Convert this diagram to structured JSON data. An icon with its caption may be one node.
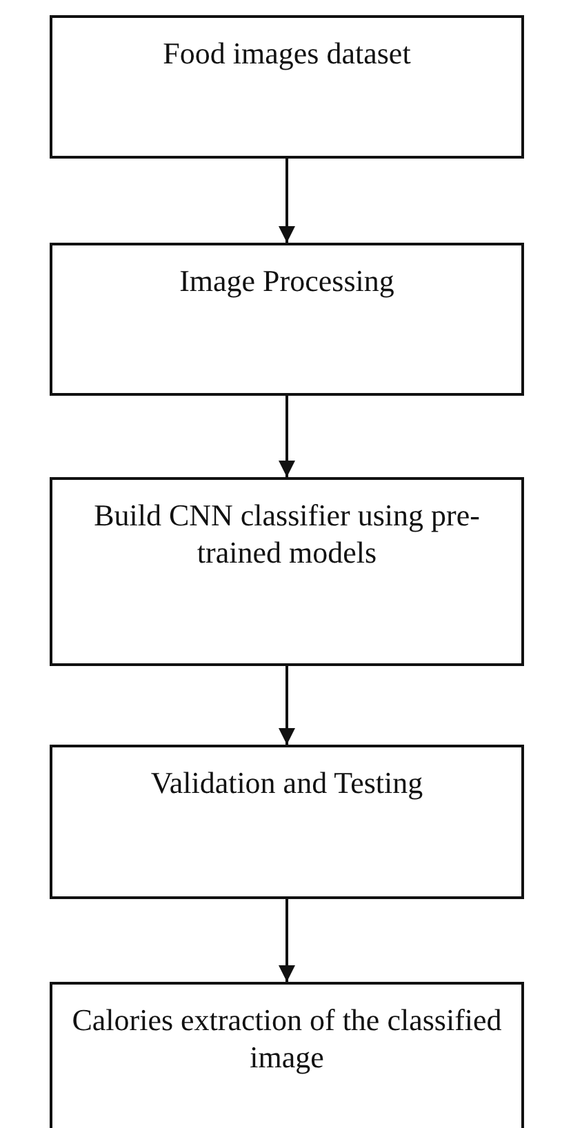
{
  "diagram": {
    "nodes": [
      {
        "text": [
          "Food images dataset"
        ]
      },
      {
        "text": [
          "Image Processing"
        ]
      },
      {
        "text": [
          "Build CNN classifier using pre-trained models"
        ]
      },
      {
        "text": [
          "Validation and Testing"
        ]
      },
      {
        "text": [
          "Calories extraction of the classified image"
        ]
      }
    ],
    "edges": [
      {
        "from": 0,
        "to": 1,
        "arrow": "to"
      },
      {
        "from": 1,
        "to": 2,
        "arrow": "to"
      },
      {
        "from": 2,
        "to": 3,
        "arrow": "to"
      },
      {
        "from": 3,
        "to": 4,
        "arrow": "to"
      }
    ]
  }
}
